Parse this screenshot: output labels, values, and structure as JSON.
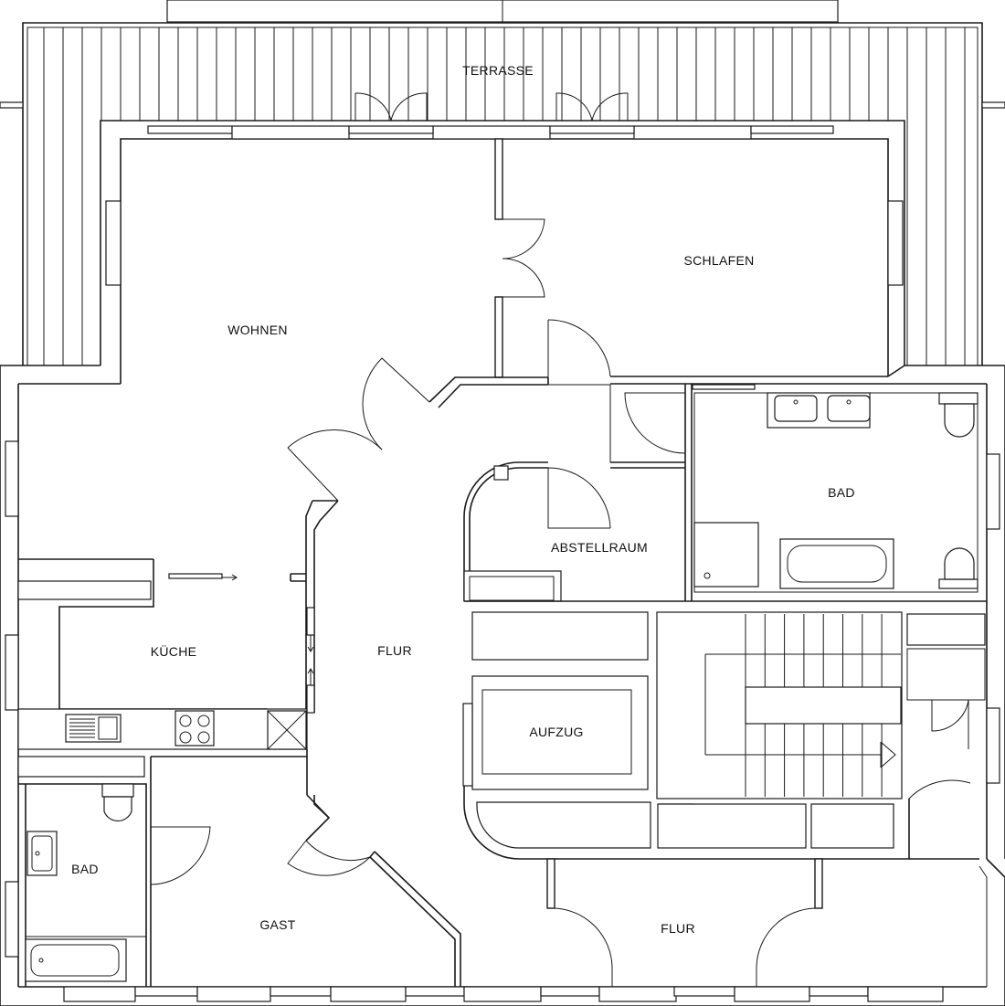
{
  "rooms": {
    "terrasse": "TERRASSE",
    "wohnen": "WOHNEN",
    "schlafen": "SCHLAFEN",
    "bad_top": "BAD",
    "abstellraum": "ABSTELLRAUM",
    "kueche": "KÜCHE",
    "flur_center": "FLUR",
    "aufzug": "AUFZUG",
    "bad_left": "BAD",
    "gast": "GAST",
    "flur_bottom": "FLUR"
  }
}
